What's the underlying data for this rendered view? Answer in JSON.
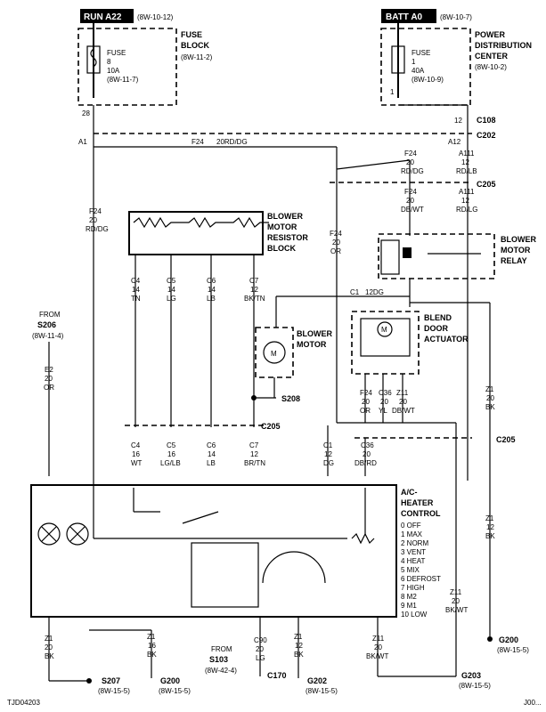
{
  "diagram": {
    "top_boxes": [
      {
        "label": "RUN A22",
        "ref": "(8W-10-12)"
      },
      {
        "label": "BATT A0",
        "ref": "(8W-10-7)"
      }
    ],
    "fuse_block": {
      "title_1": "FUSE",
      "title_2": "BLOCK",
      "ref": "(8W-11-2)",
      "fuse_lines": [
        "FUSE",
        "8",
        "10A",
        "(8W-11-7)"
      ],
      "pin": "28"
    },
    "pdc": {
      "title_1": "POWER",
      "title_2": "DISTRIBUTION",
      "title_3": "CENTER",
      "ref": "(8W-10-2)",
      "fuse_lines": [
        "FUSE",
        "1",
        "40A",
        "(8W-10-9)"
      ],
      "pin": "1"
    },
    "connectors": {
      "c108": "C108",
      "c202": "C202",
      "c205": "C205",
      "c170": "C170",
      "c205_b": "C205",
      "c205_c": "C205"
    },
    "wires": {
      "f24_top": "F24",
      "f24_top_color": "20RD/DG",
      "a1": "A1",
      "a12": "A12",
      "pin12": "12",
      "f24_left": [
        "F24",
        "20",
        "RD/DG"
      ],
      "f24_mid": [
        "F24",
        "20",
        "OR"
      ],
      "f24_relay_top": [
        "F24",
        "20",
        "RD/DG"
      ],
      "f24_relay_bot": [
        "F24",
        "20",
        "DB/WT"
      ],
      "a111_top": [
        "A111",
        "12",
        "RD/LB"
      ],
      "a111_bot": [
        "A111",
        "12",
        "RD/LG"
      ],
      "c4_top": [
        "C4",
        "14",
        "TN"
      ],
      "c5_top": [
        "C5",
        "14",
        "LG"
      ],
      "c6_top": [
        "C6",
        "14",
        "LB"
      ],
      "c7_top": [
        "C7",
        "12",
        "BK/TN"
      ],
      "c4_bot": [
        "C4",
        "16",
        "WT"
      ],
      "c5_bot": [
        "C5",
        "16",
        "LG/LB"
      ],
      "c6_bot": [
        "C6",
        "14",
        "LB"
      ],
      "c7_bot": [
        "C7",
        "12",
        "BR/TN"
      ],
      "c1_label": "C1",
      "c1_color": "12DG",
      "c1_bot": [
        "C1",
        "12",
        "DG"
      ],
      "c36_bot": [
        "C36",
        "20",
        "DB/RD"
      ],
      "f24_blend": [
        "F24",
        "20",
        "OR"
      ],
      "c36_blend": [
        "C36",
        "20",
        "YL"
      ],
      "z11_blend": [
        "Z11",
        "20",
        "DB/WT"
      ],
      "e2": [
        "E2",
        "20",
        "OR"
      ],
      "z1_right": [
        "Z1",
        "20",
        "BK"
      ],
      "z1_right2": [
        "Z1",
        "12",
        "BK"
      ],
      "z11_right": [
        "Z11",
        "20",
        "BK/WT"
      ],
      "z1_bl": [
        "Z1",
        "20",
        "BK"
      ],
      "z1_b2": [
        "Z1",
        "16",
        "BK"
      ],
      "c90": [
        "C90",
        "20",
        "LG"
      ],
      "z1_b3": [
        "Z1",
        "12",
        "BK"
      ],
      "z11_b4": [
        "Z11",
        "20",
        "BK/WT"
      ]
    },
    "components": {
      "resistor_block": [
        "BLOWER",
        "MOTOR",
        "RESISTOR",
        "BLOCK"
      ],
      "blower_motor": [
        "BLOWER",
        "MOTOR"
      ],
      "blower_relay": [
        "BLOWER",
        "MOTOR",
        "RELAY"
      ],
      "blend_door": [
        "BLEND",
        "DOOR",
        "ACTUATOR"
      ],
      "motor_symbol": "M",
      "ac_heater": [
        "A/C-",
        "HEATER",
        "CONTROL"
      ],
      "switch_positions": [
        "0 OFF",
        "1 MAX",
        "2 NORM",
        "3 VENT",
        "4 HEAT",
        "5 MIX",
        "6 DEFROST",
        "7 HIGH",
        "8 M2",
        "9 M1",
        "10 LOW"
      ]
    },
    "splices": {
      "s208": "S208",
      "s207": "S207",
      "s207_ref": "(8W-15-5)"
    },
    "from_labels": {
      "s206": [
        "FROM",
        "S206",
        "(8W-11-4)"
      ],
      "s103": [
        "FROM",
        "S103",
        "(8W-42-4)"
      ]
    },
    "grounds": [
      {
        "name": "G200",
        "ref": "(8W-15-5)"
      },
      {
        "name": "G200",
        "ref": "(8W-15-5)"
      },
      {
        "name": "G202",
        "ref": "(8W-15-5)"
      },
      {
        "name": "G203",
        "ref": "(8W-15-5)"
      }
    ],
    "footer": {
      "left": "TJD04203",
      "right": "J00..."
    }
  }
}
